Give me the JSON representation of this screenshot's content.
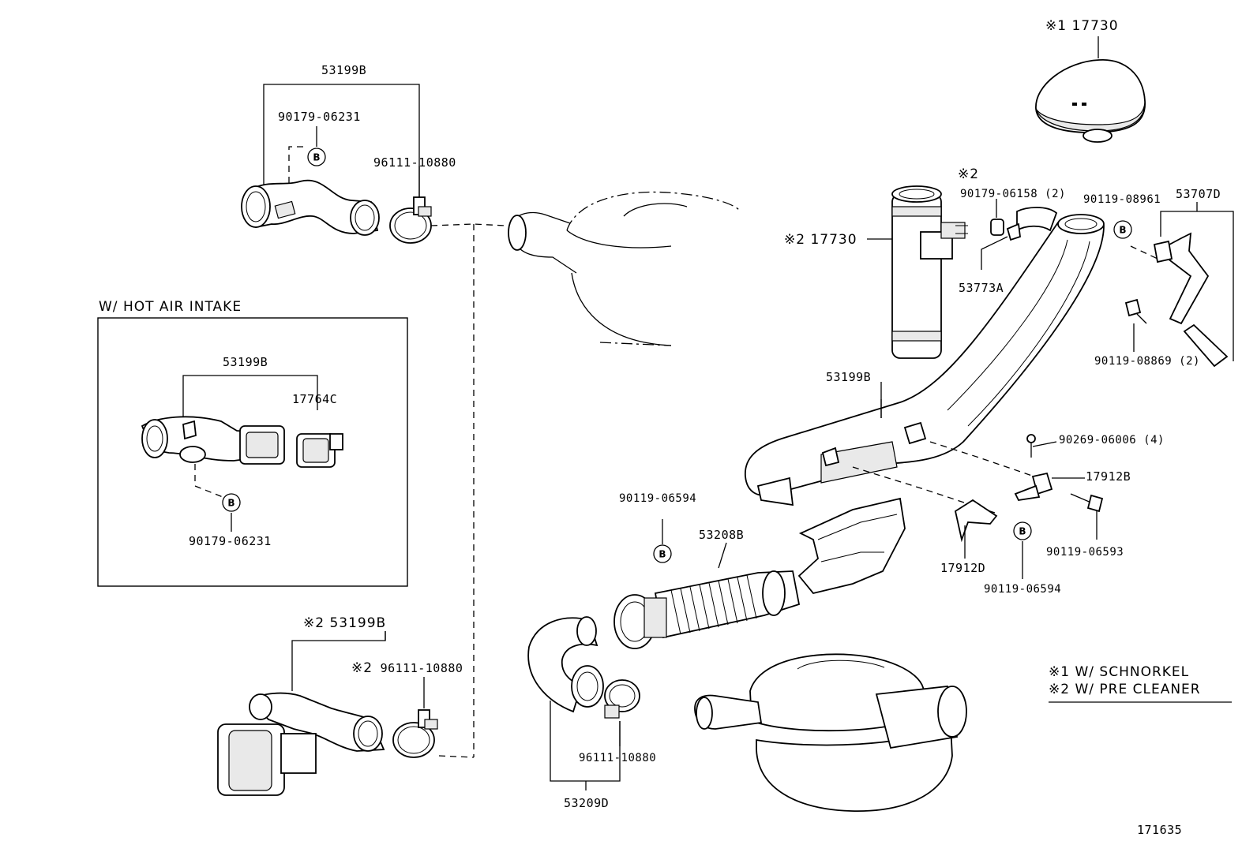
{
  "labels": {
    "top_53199b": "53199B",
    "top_90179": "90179-06231",
    "top_96111": "96111-10880",
    "snork_17730": "17730",
    "pre_17730": "17730",
    "pre_90179": "90179-06158 (2)",
    "p_53773a": "53773A",
    "p_90119_08961": "90119-08961",
    "p_53707d": "53707D",
    "p_90119_08869": "90119-08869 (2)",
    "hot_title": "W/ HOT AIR INTAKE",
    "hot_53199b": "53199B",
    "hot_17764c": "17764C",
    "hot_90179": "90179-06231",
    "mid_53199b": "53199B",
    "p_90269": "90269-06006 (4)",
    "p_17912b": "17912B",
    "p_90119_06593": "90119-06593",
    "p_90119_06594_left": "90119-06594",
    "p_53208b": "53208B",
    "p_17912d": "17912D",
    "p_90119_06594_right": "90119-06594",
    "bot_53199b": "53199B",
    "bot_96111": "96111-10880",
    "low_96111": "96111-10880",
    "p_53209d": "53209D",
    "legend_1": "W/ SCHNORKEL",
    "legend_2": "W/ PRE CLEANER",
    "diagram_number": "171635"
  },
  "marks": {
    "note1": "※1",
    "note2": "※2",
    "bolt_ref": "B"
  }
}
